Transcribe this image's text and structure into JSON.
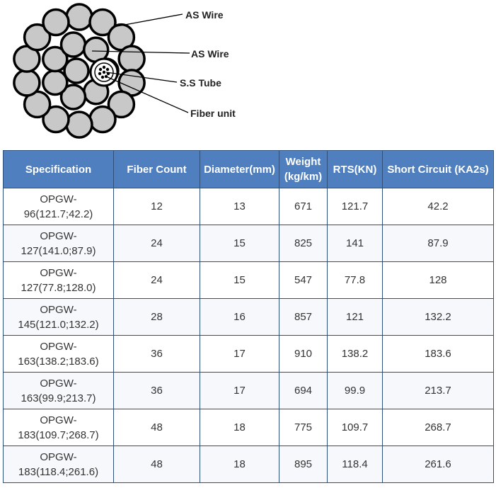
{
  "diagram": {
    "labels": [
      "AS Wire",
      "AS Wire",
      "S.S Tube",
      "Fiber unit"
    ],
    "wire_fill": "#c8c8c8",
    "wire_stroke": "#000000"
  },
  "table": {
    "headers": [
      "Specification",
      "Fiber Count",
      "Diameter(mm)",
      "Weight (kg/km)",
      "RTS(KN)",
      "Short Circuit (KA2s)"
    ],
    "rows": [
      {
        "spec": [
          "OPGW-",
          "96(121.7;42.2)"
        ],
        "fiber_count": "12",
        "diameter": "13",
        "weight": "671",
        "rts": "121.7",
        "short_circuit": "42.2"
      },
      {
        "spec": [
          "OPGW-",
          "127(141.0;87.9)"
        ],
        "fiber_count": "24",
        "diameter": "15",
        "weight": "825",
        "rts": "141",
        "short_circuit": "87.9"
      },
      {
        "spec": [
          "OPGW-",
          "127(77.8;128.0)"
        ],
        "fiber_count": "24",
        "diameter": "15",
        "weight": "547",
        "rts": "77.8",
        "short_circuit": "128"
      },
      {
        "spec": [
          "OPGW-",
          "145(121.0;132.2)"
        ],
        "fiber_count": "28",
        "diameter": "16",
        "weight": "857",
        "rts": "121",
        "short_circuit": "132.2"
      },
      {
        "spec": [
          "OPGW-",
          "163(138.2;183.6)"
        ],
        "fiber_count": "36",
        "diameter": "17",
        "weight": "910",
        "rts": "138.2",
        "short_circuit": "183.6"
      },
      {
        "spec": [
          "OPGW-",
          "163(99.9;213.7)"
        ],
        "fiber_count": "36",
        "diameter": "17",
        "weight": "694",
        "rts": "99.9",
        "short_circuit": "213.7"
      },
      {
        "spec": [
          "OPGW-",
          "183(109.7;268.7)"
        ],
        "fiber_count": "48",
        "diameter": "18",
        "weight": "775",
        "rts": "109.7",
        "short_circuit": "268.7"
      },
      {
        "spec": [
          "OPGW-",
          "183(118.4;261.6)"
        ],
        "fiber_count": "48",
        "diameter": "18",
        "weight": "895",
        "rts": "118.4",
        "short_circuit": "261.6"
      }
    ]
  }
}
